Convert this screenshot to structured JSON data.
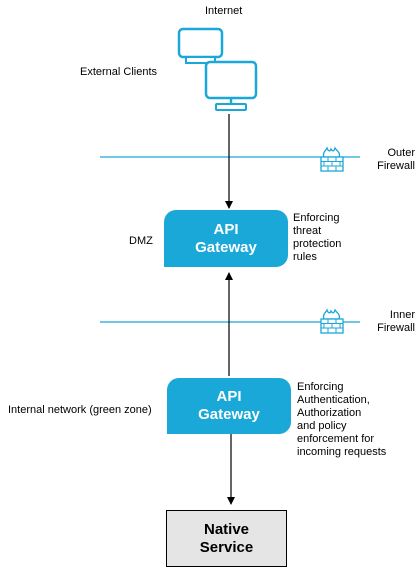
{
  "internet_label": "Internet",
  "external_clients_label": "External Clients",
  "outer_firewall": {
    "line1": "Outer",
    "line2": "Firewall"
  },
  "inner_firewall": {
    "line1": "Inner",
    "line2": "Firewall"
  },
  "dmz_label": "DMZ",
  "internal_network_label": "Internal network (green zone)",
  "gateway_dmz": {
    "line1": "API",
    "line2": "Gateway"
  },
  "gateway_internal": {
    "line1": "API",
    "line2": "Gateway"
  },
  "dmz_note": [
    "Enforcing",
    "threat",
    "protection",
    "rules"
  ],
  "internal_note": [
    "Enforcing",
    "Authentication,",
    "Authorization",
    "and policy",
    "enforcement for",
    "incoming requests"
  ],
  "native_service": {
    "line1": "Native",
    "line2": "Service"
  },
  "icons": {
    "client": "monitor-icon",
    "firewall": "firewall-icon"
  },
  "colors": {
    "gateway": "#1aa8d8",
    "zone_line": "#1aa8d8",
    "native_fill": "#e5e5e5"
  }
}
